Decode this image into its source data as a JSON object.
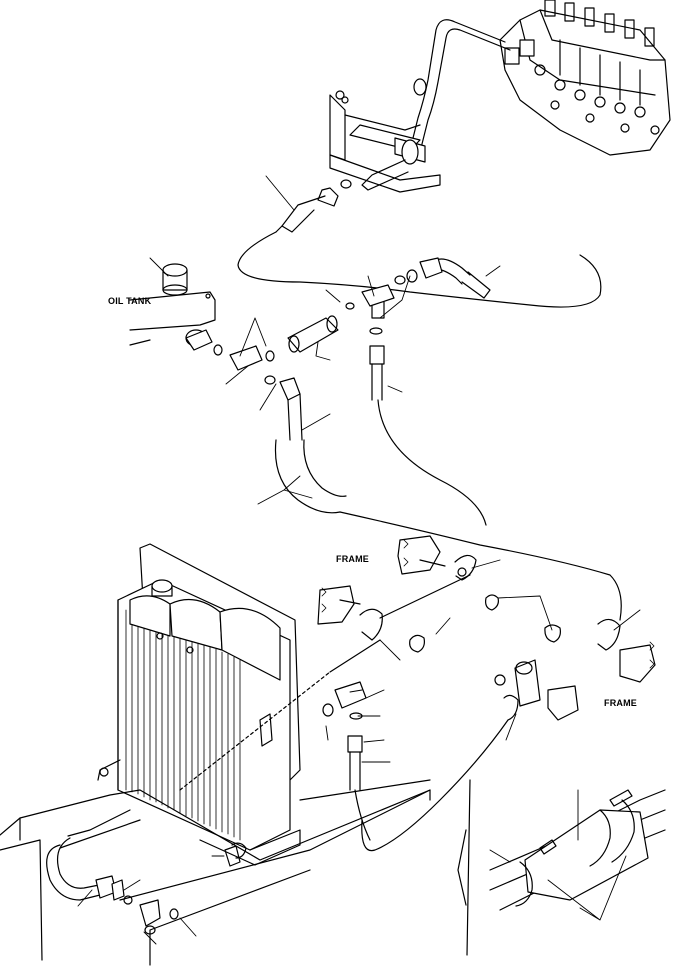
{
  "labels": {
    "oil_tank": "OIL TANK",
    "frame_1": "FRAME",
    "frame_2": "FRAME"
  },
  "colors": {
    "line": "#000000",
    "background": "#ffffff"
  }
}
